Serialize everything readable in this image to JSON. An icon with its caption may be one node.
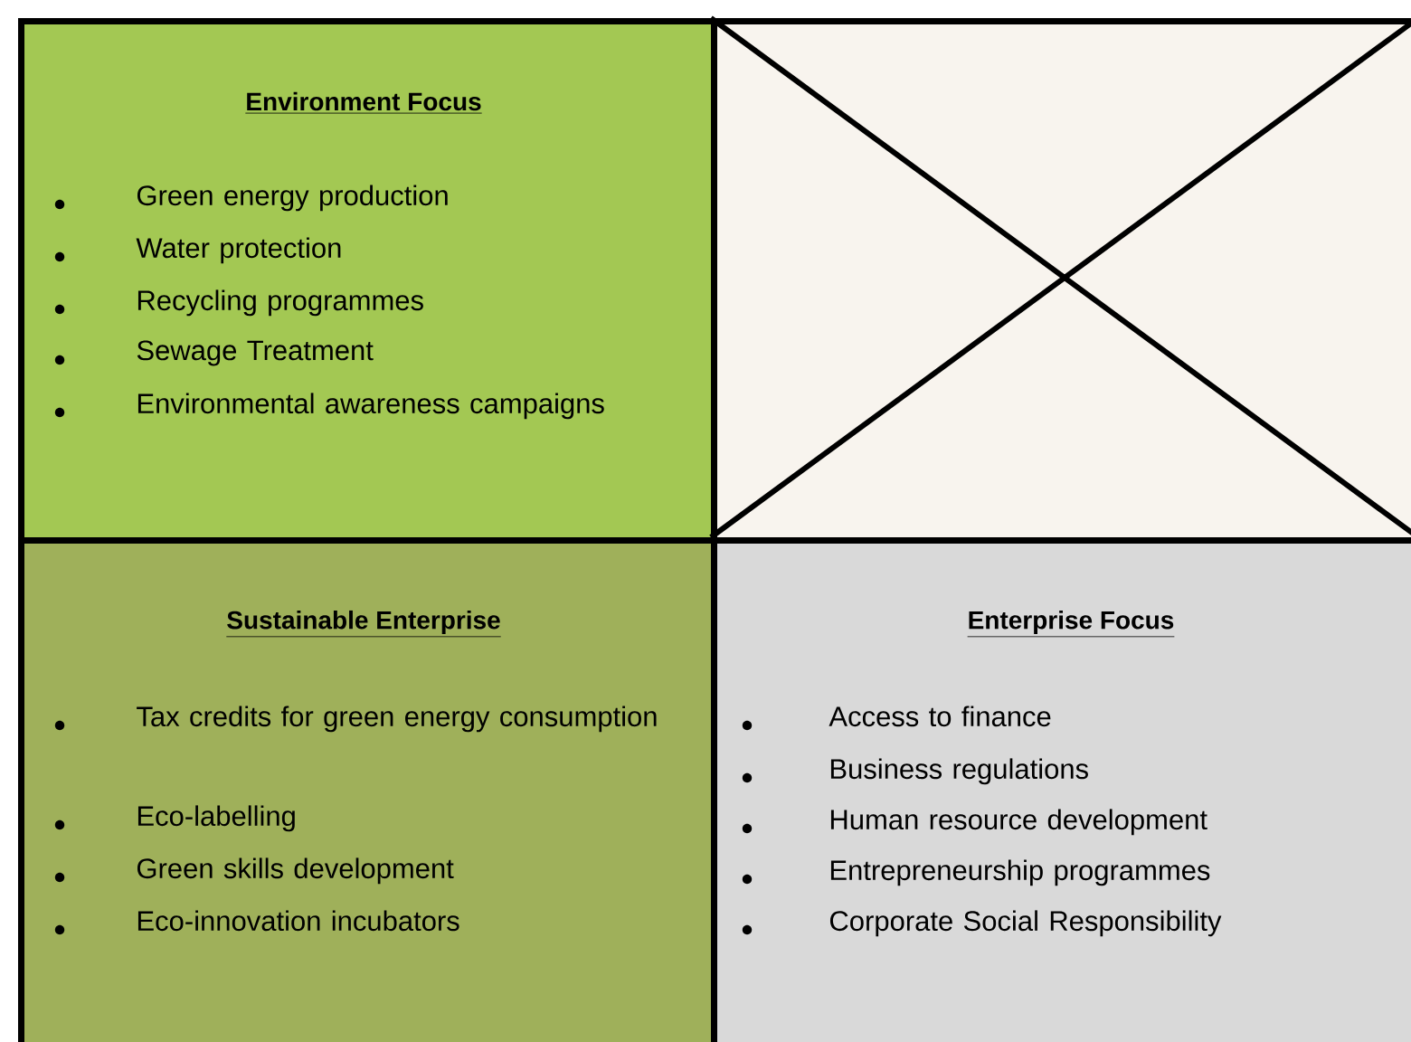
{
  "diagram": {
    "nodes": [
      {
        "text": [
          "Environment Focus",
          "Green energy production",
          "Water protection",
          "Recycling programmes",
          "Sewage Treatment",
          "Environmental awareness campaigns"
        ]
      },
      {
        "text": [],
        "shape": "box"
      },
      {
        "text": [
          "Sustainable Enterprise",
          "Tax credits for green energy consumption",
          "Eco-labelling",
          "Green skills development",
          "Eco-innovation incubators"
        ]
      },
      {
        "text": [
          "Enterprise Focus",
          "Access to finance",
          "Business regulations",
          "Human resource development",
          "Entrepreneurship programmes",
          "Corporate Social Responsibility"
        ]
      }
    ]
  }
}
